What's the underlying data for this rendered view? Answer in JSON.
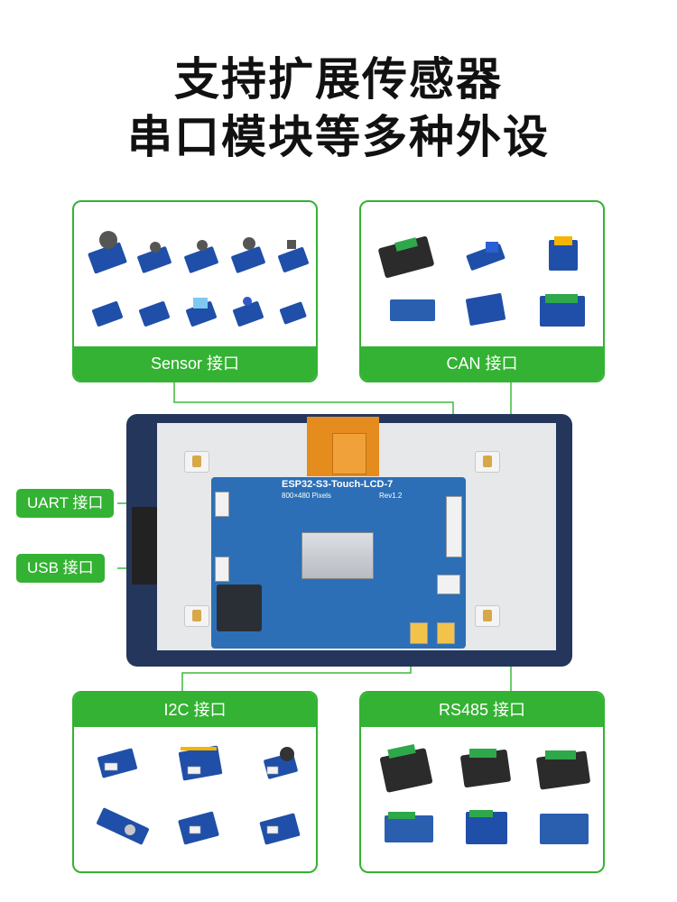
{
  "headline": {
    "line1": "支持扩展传感器",
    "line2": "串口模块等多种外设"
  },
  "cards": {
    "sensor": "Sensor 接口",
    "can": "CAN 接口",
    "i2c": "I2C 接口",
    "rs485": "RS485 接口"
  },
  "side_tags": {
    "uart": "UART 接口",
    "usb": "USB 接口"
  },
  "board": {
    "name": "ESP32-S3-Touch-LCD-7",
    "resolution": "800×480 Pixels",
    "revision": "Rev1.2"
  },
  "colors": {
    "accent_green": "#34b233",
    "pcb_blue": "#2c6fb6",
    "device_frame": "#25365c"
  }
}
